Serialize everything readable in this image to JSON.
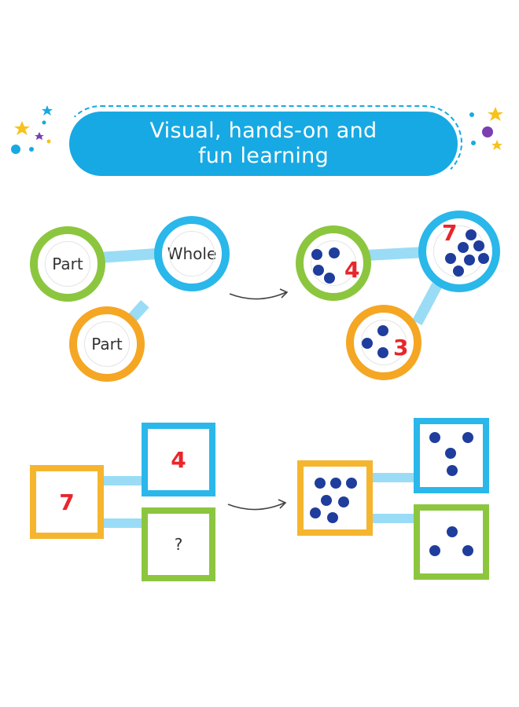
{
  "banner": {
    "line1": "Visual, hands-on and",
    "line2": "fun learning"
  },
  "diagram_left": {
    "part_top": "Part",
    "whole": "Whole",
    "part_bottom": "Part"
  },
  "diagram_right": {
    "part_top_number": "4",
    "whole_number": "7",
    "part_bottom_number": "3"
  },
  "boxes_left": {
    "whole_number": "7",
    "part_top_number": "4",
    "part_bottom_value": "?"
  },
  "colors": {
    "banner": "#17a9e3",
    "green": "#8cc63f",
    "blue": "#2ab7ea",
    "orange": "#f5a623",
    "dot": "#1f3d9c",
    "number": "#e8262b"
  }
}
